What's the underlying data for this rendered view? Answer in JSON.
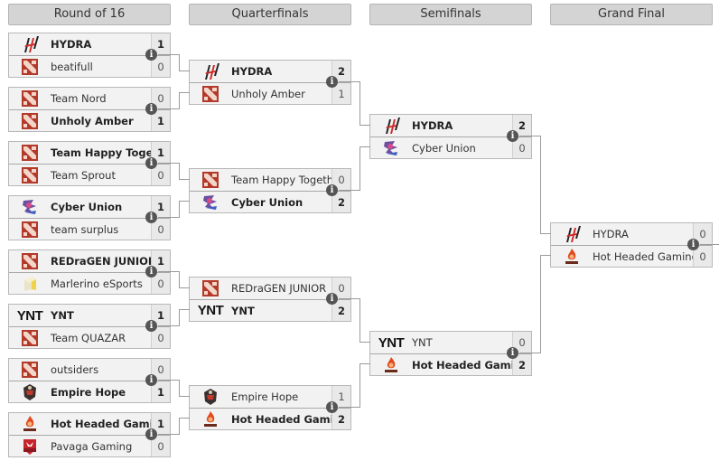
{
  "rounds": [
    {
      "label": "Round of 16"
    },
    {
      "label": "Quarterfinals"
    },
    {
      "label": "Semifinals"
    },
    {
      "label": "Grand Final"
    }
  ],
  "colors": {
    "header_bg": "#d4d4d4",
    "match_bg": "#f2f2f2",
    "connector": "#9a9a9a",
    "info_icon": "#555555"
  },
  "matches": {
    "r16": [
      {
        "teams": [
          {
            "name": "HYDRA",
            "score": "1",
            "win": true,
            "logo": "hydra-logo"
          },
          {
            "name": "beatifull",
            "score": "0",
            "win": false,
            "logo": "dota-logo"
          }
        ]
      },
      {
        "teams": [
          {
            "name": "Team Nord",
            "score": "0",
            "win": false,
            "logo": "dota-logo"
          },
          {
            "name": "Unholy Amber",
            "score": "1",
            "win": true,
            "logo": "dota-logo"
          }
        ]
      },
      {
        "teams": [
          {
            "name": "Team Happy Toget...",
            "score": "1",
            "win": true,
            "logo": "dota-logo"
          },
          {
            "name": "Team Sprout",
            "score": "0",
            "win": false,
            "logo": "dota-logo"
          }
        ]
      },
      {
        "teams": [
          {
            "name": "Cyber Union",
            "score": "1",
            "win": true,
            "logo": "cyber-union-logo"
          },
          {
            "name": "team surplus",
            "score": "0",
            "win": false,
            "logo": "dota-logo"
          }
        ]
      },
      {
        "teams": [
          {
            "name": "REDraGEN JUNIOR",
            "score": "1",
            "win": true,
            "logo": "dota-logo"
          },
          {
            "name": "Marlerino eSports",
            "score": "0",
            "win": false,
            "logo": "marlerino-logo"
          }
        ]
      },
      {
        "teams": [
          {
            "name": "YNT",
            "score": "1",
            "win": true,
            "logo": "ynt-logo",
            "logo_text": "YNT"
          },
          {
            "name": "Team QUAZAR",
            "score": "0",
            "win": false,
            "logo": "dota-logo"
          }
        ]
      },
      {
        "teams": [
          {
            "name": "outsiders",
            "score": "0",
            "win": false,
            "logo": "dota-logo"
          },
          {
            "name": "Empire Hope",
            "score": "1",
            "win": true,
            "logo": "empire-hope-logo"
          }
        ]
      },
      {
        "teams": [
          {
            "name": "Hot Headed Gaming",
            "score": "1",
            "win": true,
            "logo": "hot-headed-logo"
          },
          {
            "name": "Pavaga Gaming",
            "score": "0",
            "win": false,
            "logo": "pavaga-logo"
          }
        ]
      }
    ],
    "qf": [
      {
        "teams": [
          {
            "name": "HYDRA",
            "score": "2",
            "win": true,
            "logo": "hydra-logo"
          },
          {
            "name": "Unholy Amber",
            "score": "1",
            "win": false,
            "logo": "dota-logo"
          }
        ]
      },
      {
        "teams": [
          {
            "name": "Team Happy Togeth...",
            "score": "0",
            "win": false,
            "logo": "dota-logo"
          },
          {
            "name": "Cyber Union",
            "score": "2",
            "win": true,
            "logo": "cyber-union-logo"
          }
        ]
      },
      {
        "teams": [
          {
            "name": "REDraGEN JUNIOR",
            "score": "0",
            "win": false,
            "logo": "dota-logo"
          },
          {
            "name": "YNT",
            "score": "2",
            "win": true,
            "logo": "ynt-logo",
            "logo_text": "YNT"
          }
        ]
      },
      {
        "teams": [
          {
            "name": "Empire Hope",
            "score": "1",
            "win": false,
            "logo": "empire-hope-logo"
          },
          {
            "name": "Hot Headed Gaming",
            "score": "2",
            "win": true,
            "logo": "hot-headed-logo"
          }
        ]
      }
    ],
    "sf": [
      {
        "teams": [
          {
            "name": "HYDRA",
            "score": "2",
            "win": true,
            "logo": "hydra-logo"
          },
          {
            "name": "Cyber Union",
            "score": "0",
            "win": false,
            "logo": "cyber-union-logo"
          }
        ]
      },
      {
        "teams": [
          {
            "name": "YNT",
            "score": "0",
            "win": false,
            "logo": "ynt-logo",
            "logo_text": "YNT"
          },
          {
            "name": "Hot Headed Gaming",
            "score": "2",
            "win": true,
            "logo": "hot-headed-logo"
          }
        ]
      }
    ],
    "gf": [
      {
        "teams": [
          {
            "name": "HYDRA",
            "score": "0",
            "win": false,
            "logo": "hydra-logo"
          },
          {
            "name": "Hot Headed Gaming",
            "score": "0",
            "win": false,
            "logo": "hot-headed-logo"
          }
        ]
      }
    ]
  },
  "info_icon_glyph": "i"
}
